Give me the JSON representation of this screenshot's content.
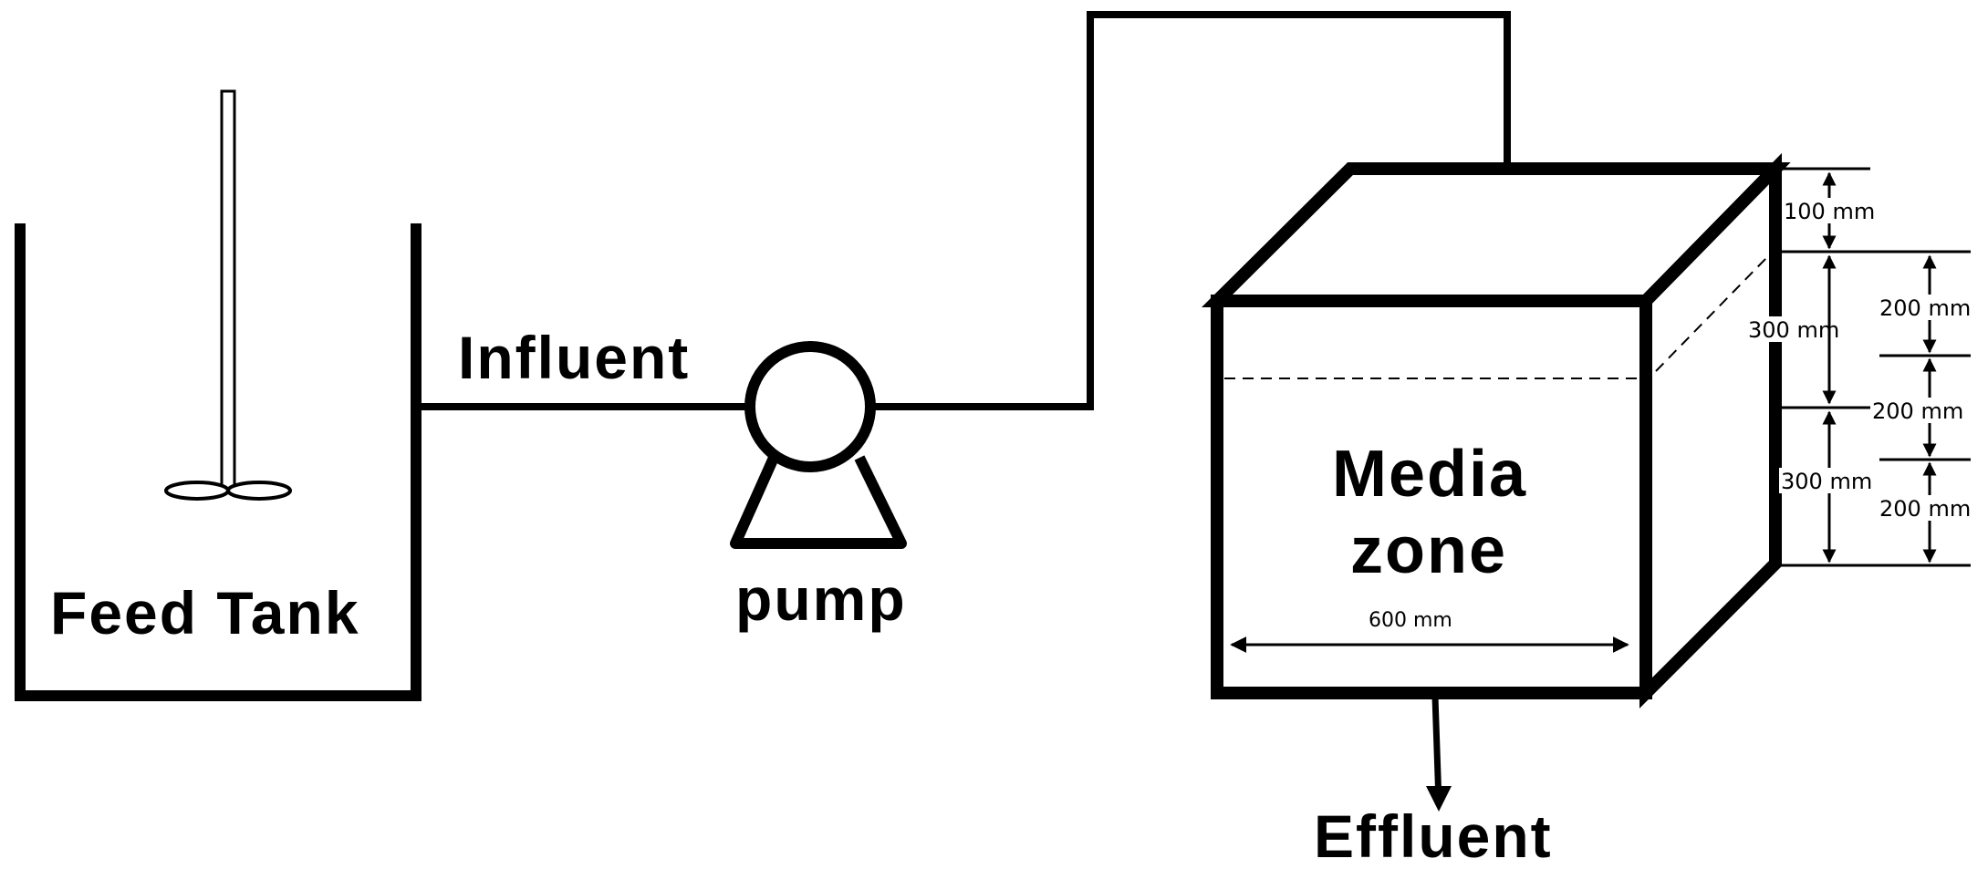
{
  "labels": {
    "feed_tank": "Feed Tank",
    "influent": "Influent",
    "pump": "pump",
    "media_line1": "Media",
    "media_line2": "zone",
    "effluent": "Effluent"
  },
  "dimensions": {
    "width": "600 mm",
    "top_gap": "100 mm",
    "zone_upper": "300 mm",
    "zone_lower": "300 mm",
    "sub_1": "200 mm",
    "sub_2": "200 mm",
    "sub_3": "200 mm"
  },
  "colors": {
    "line": "#000000",
    "background": "#ffffff"
  }
}
